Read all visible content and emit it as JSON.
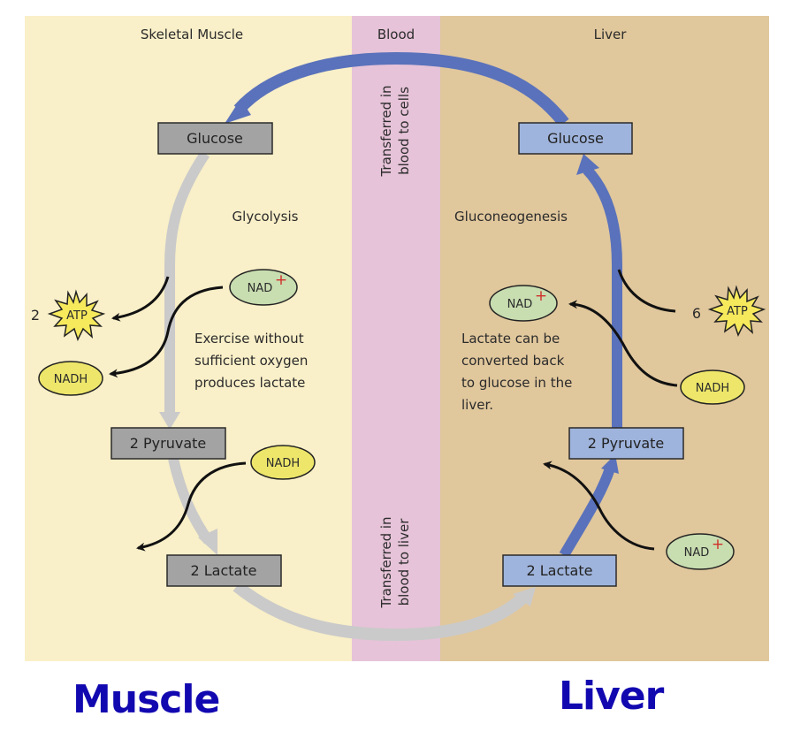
{
  "zones": {
    "muscle": {
      "title": "Skeletal Muscle",
      "color": "#f9efc8"
    },
    "blood": {
      "title": "Blood",
      "color": "#e6c3d8"
    },
    "liver": {
      "title": "Liver",
      "color": "#e0c79c"
    }
  },
  "blood_labels": {
    "to_cells": [
      "Transferred in",
      "blood to cells"
    ],
    "to_liver": [
      "Transferred in",
      "blood to liver"
    ]
  },
  "muscle": {
    "glucose": "Glucose",
    "process": "Glycolysis",
    "pyruvate": "2 Pyruvate",
    "lactate": "2 Lactate",
    "nad": "NAD",
    "nadh_top": "NADH",
    "nadh_bottom": "NADH",
    "atp_count": "2",
    "atp": "ATP",
    "note": [
      "Exercise without",
      "sufficient oxygen",
      "produces lactate"
    ]
  },
  "liver": {
    "glucose": "Glucose",
    "process": "Gluconeogenesis",
    "pyruvate": "2 Pyruvate",
    "lactate": "2 Lactate",
    "nad_top": "NAD",
    "nad_bottom": "NAD",
    "nadh": "NADH",
    "atp_count": "6",
    "atp": "ATP",
    "note": [
      "Lactate can be",
      "converted back",
      "to glucose in the",
      "liver."
    ]
  },
  "plus_sign": "+",
  "captions": {
    "muscle": "Muscle",
    "liver": "Liver"
  },
  "colors": {
    "blue_arrow": "#5a72bb",
    "gray_arrow": "#cacaca",
    "muscle_box": "#a3a3a3",
    "liver_box": "#9fb4dc",
    "nad_fill": "#c8ddb0",
    "nadh_fill": "#ede66a",
    "atp_fill": "#f6e95c",
    "caption": "#1208b0"
  }
}
